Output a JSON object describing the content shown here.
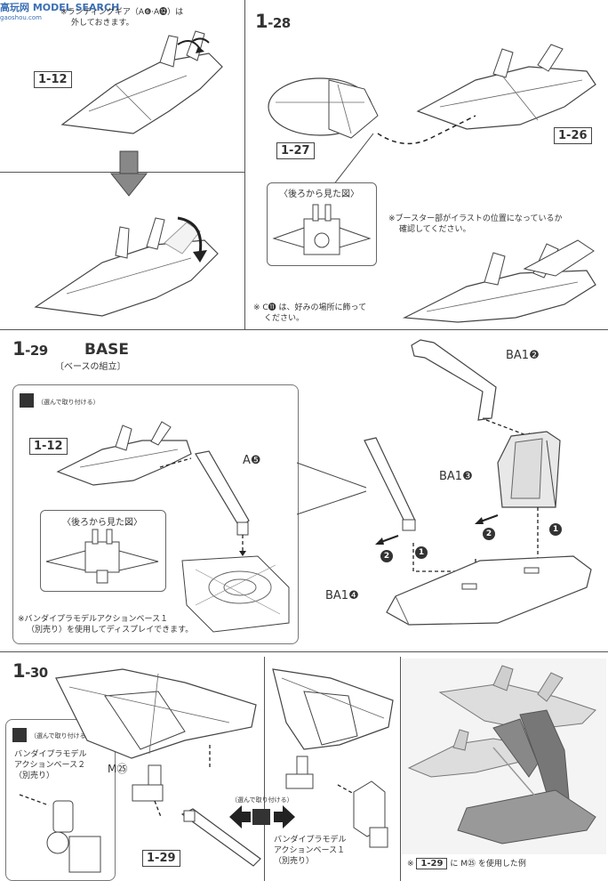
{
  "watermark": {
    "brand": "高玩网 MODEL SEARCH",
    "url": "gaoshou.com"
  },
  "step_1_27": {
    "note_line1": "※ランディングギア（A❻·A⓬）は",
    "note_line2": "外しておきます。",
    "ref": "1-12"
  },
  "step_1_28": {
    "num_main": "1",
    "num_sub": "-28",
    "ref_left": "1-27",
    "ref_right": "1-26",
    "rear_view": "〈後ろから見た図〉",
    "booster_note_1": "※ブースター部がイラストの位置になっているか",
    "booster_note_2": "確認してください。",
    "c_note_1": "※ C⓫ は、好みの場所に飾って",
    "c_note_2": "ください。"
  },
  "step_1_29": {
    "num_main": "1",
    "num_sub": "-29",
    "title": "BASE",
    "subtitle": "〔ベースの組立〕",
    "opt_label": "（選んで取り付ける）",
    "ref": "1-12",
    "part_a": "A❺",
    "rear_view": "〈後ろから見た図〉",
    "base_note_1": "※バンダイプラモデルアクションベース１",
    "base_note_2": "（別売り）を使用してディスプレイできます。",
    "part_ba12": "BA1❷",
    "part_ba13": "BA1❸",
    "part_ba14": "BA1❹",
    "circle_1": "1",
    "circle_2": "2"
  },
  "step_1_30": {
    "num_main": "1",
    "num_sub": "-30",
    "opt_label": "（選んで取り付ける）",
    "base2_1": "バンダイプラモデル",
    "base2_2": "アクションベース２",
    "base2_3": "（別売り）",
    "part_m": "M㉕",
    "center_opt": "（選んで取り付ける）",
    "ref": "1-29",
    "base1_1": "バンダイプラモデル",
    "base1_2": "アクションベース１",
    "base1_3": "（別売り）",
    "caption_pre": "※",
    "caption_ref": "1-29",
    "caption_post": "に M㉕ を使用した例"
  }
}
